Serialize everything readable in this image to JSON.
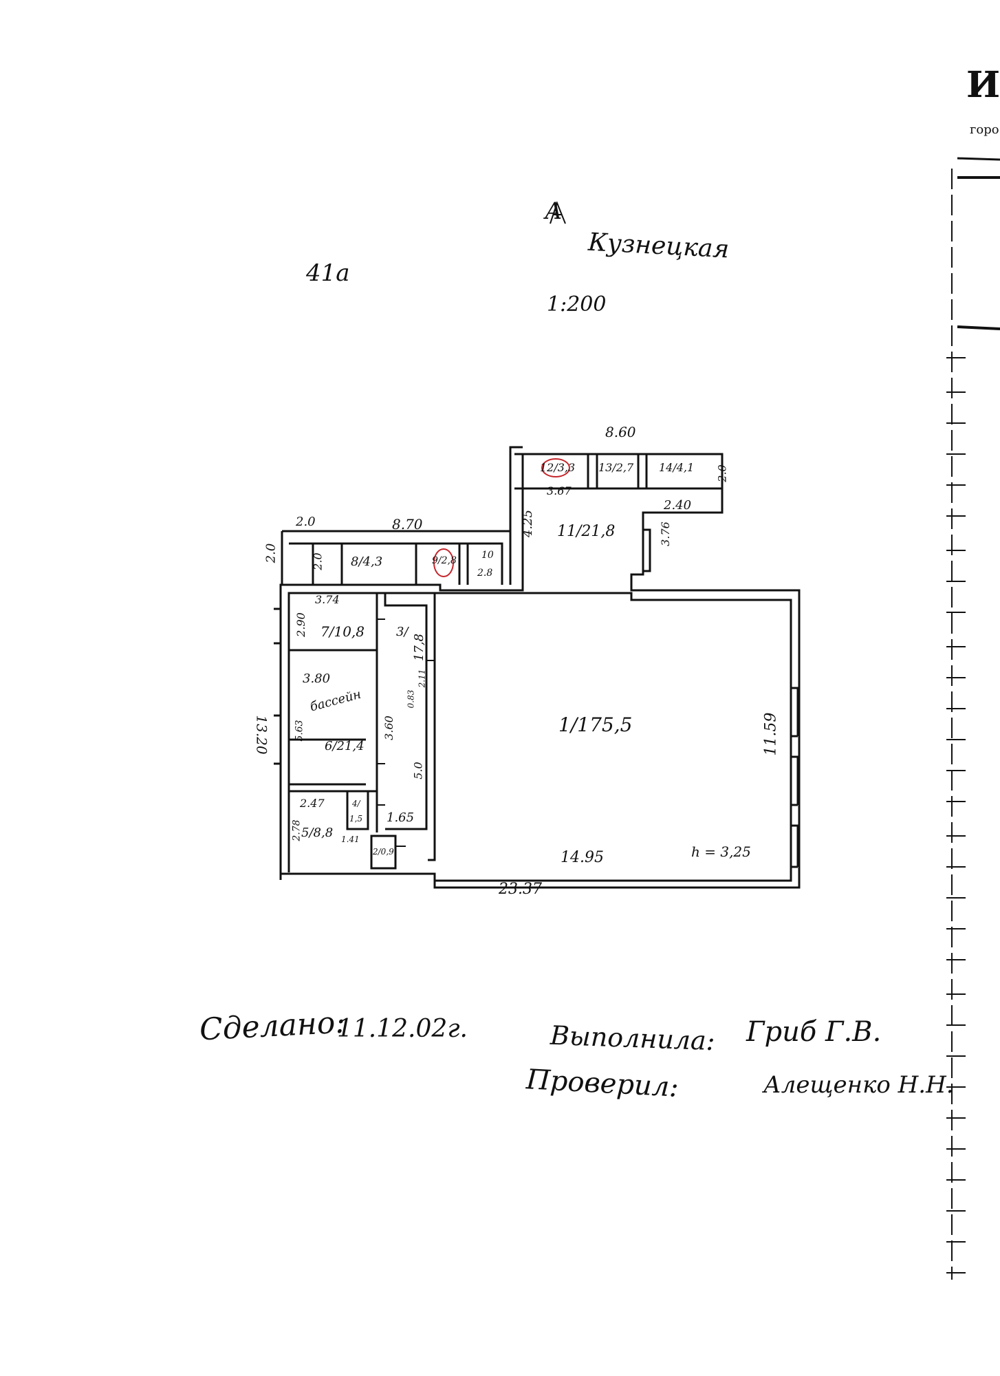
{
  "header": {
    "street": "Кузнецкая",
    "street_letter": "А",
    "building_number": "41а",
    "scale": "1:200"
  },
  "dimensions": {
    "top_right_width": "8.60",
    "top_left_height": "2.0",
    "top_left_width": "8.70",
    "left_small": "2.0",
    "left_small2": "2.0",
    "corridor_height": "4.25",
    "right_block_height": "2.0",
    "room12_width": "3.67",
    "room14_below": "2.40",
    "wall_376": "3.76",
    "room7_width": "3.74",
    "room7_height": "2.90",
    "room6_width": "3.80",
    "room6_height": "5.63",
    "room3_height": "3.60",
    "room3_small": "2.11",
    "room3_small2": "0.83",
    "room3_lower": "5.0",
    "room5_width": "2.47",
    "room5_height": "2.78",
    "room5_small": "1.41",
    "room3_bottom": "1.65",
    "left_total": "13.20",
    "main_right": "11.59",
    "main_bottom": "14.95",
    "total_bottom": "23.37",
    "ceiling_height": "h = 3,25"
  },
  "rooms": {
    "r1": "1/175,5",
    "r2": "2/0,9",
    "r3_num": "3/",
    "r3_area": "17,8",
    "r4": "4/",
    "r4_area": "1,5",
    "r5": "5/8,8",
    "r6": "6/21,4",
    "r6_label": "бассейн",
    "r7": "7/10,8",
    "r8": "8/4,3",
    "r9": "9/2,8",
    "r10_num": "10",
    "r10_area": "2.8",
    "r11": "11/21,8",
    "r12": "12/3,3",
    "r13": "13/2,7",
    "r14": "14/4,1"
  },
  "footer": {
    "made_label": "Сделано:",
    "made_date": "11.12.02г.",
    "performed_label": "Выполнила:",
    "performed_name": "Гриб Г.В.",
    "checked_label": "Проверил:",
    "checked_name": "Алещенко Н.Н."
  },
  "right_edge": {
    "fragment_title": "И",
    "fragment_city": "горо"
  },
  "colors": {
    "ink": "#111111",
    "red_mark": "#c4262b"
  }
}
